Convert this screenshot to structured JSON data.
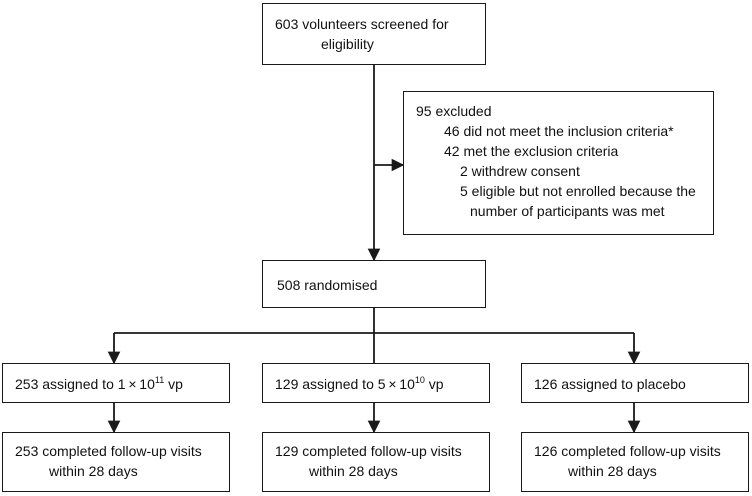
{
  "screened": {
    "line1": "603 volunteers screened for",
    "line2": "eligibility"
  },
  "excluded": {
    "title": "95 excluded",
    "reasons": [
      "46 did not meet the inclusion criteria*",
      "42 met the exclusion criteria",
      "2 withdrew consent",
      "5 eligible but not enrolled because the",
      "number of participants was met"
    ]
  },
  "randomised": "508 randomised",
  "arms": [
    {
      "assigned_prefix": "253 assigned to 1 × 10",
      "assigned_exp": "11",
      "assigned_suffix": " vp",
      "completed_line1": "253 completed follow-up visits",
      "completed_line2": "within 28 days"
    },
    {
      "assigned_prefix": "129 assigned to 5 × 10",
      "assigned_exp": "10",
      "assigned_suffix": " vp",
      "completed_line1": "129 completed follow-up visits",
      "completed_line2": "within 28 days"
    },
    {
      "assigned_prefix": "126 assigned to placebo",
      "assigned_exp": "",
      "assigned_suffix": "",
      "completed_line1": "126 completed follow-up visits",
      "completed_line2": "within 28 days"
    }
  ],
  "colors": {
    "line": "#1a1a1a",
    "text": "#111111",
    "background": "#ffffff"
  }
}
